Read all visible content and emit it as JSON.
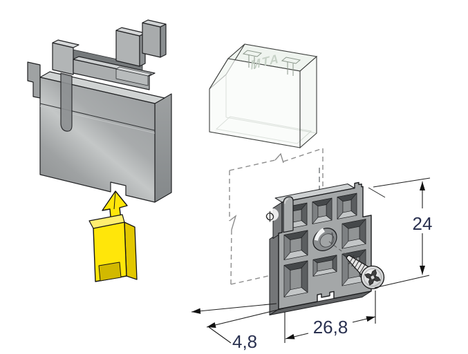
{
  "colors": {
    "background": "#ffffff",
    "housing_gray": "#a6a9aa",
    "puller_yellow": "#ffe60a",
    "plate_gray": "#a4a7a8",
    "cover_tint": "#f4f8f4",
    "annotation_text": "#2a3150",
    "outline": "#1f2022",
    "phantom_line": "#8c8c8c"
  },
  "dimensions": {
    "height": "24",
    "width": "26,8",
    "thickness": "4,8"
  },
  "labels": {
    "cover_logo": "MTA",
    "hole_symbol": "Ø"
  },
  "parts": [
    {
      "name": "fuse-holder-body"
    },
    {
      "name": "transparent-cover"
    },
    {
      "name": "fuse-puller"
    },
    {
      "name": "mounting-panel-outline"
    },
    {
      "name": "mounting-plate"
    },
    {
      "name": "fixing-screw"
    }
  ]
}
